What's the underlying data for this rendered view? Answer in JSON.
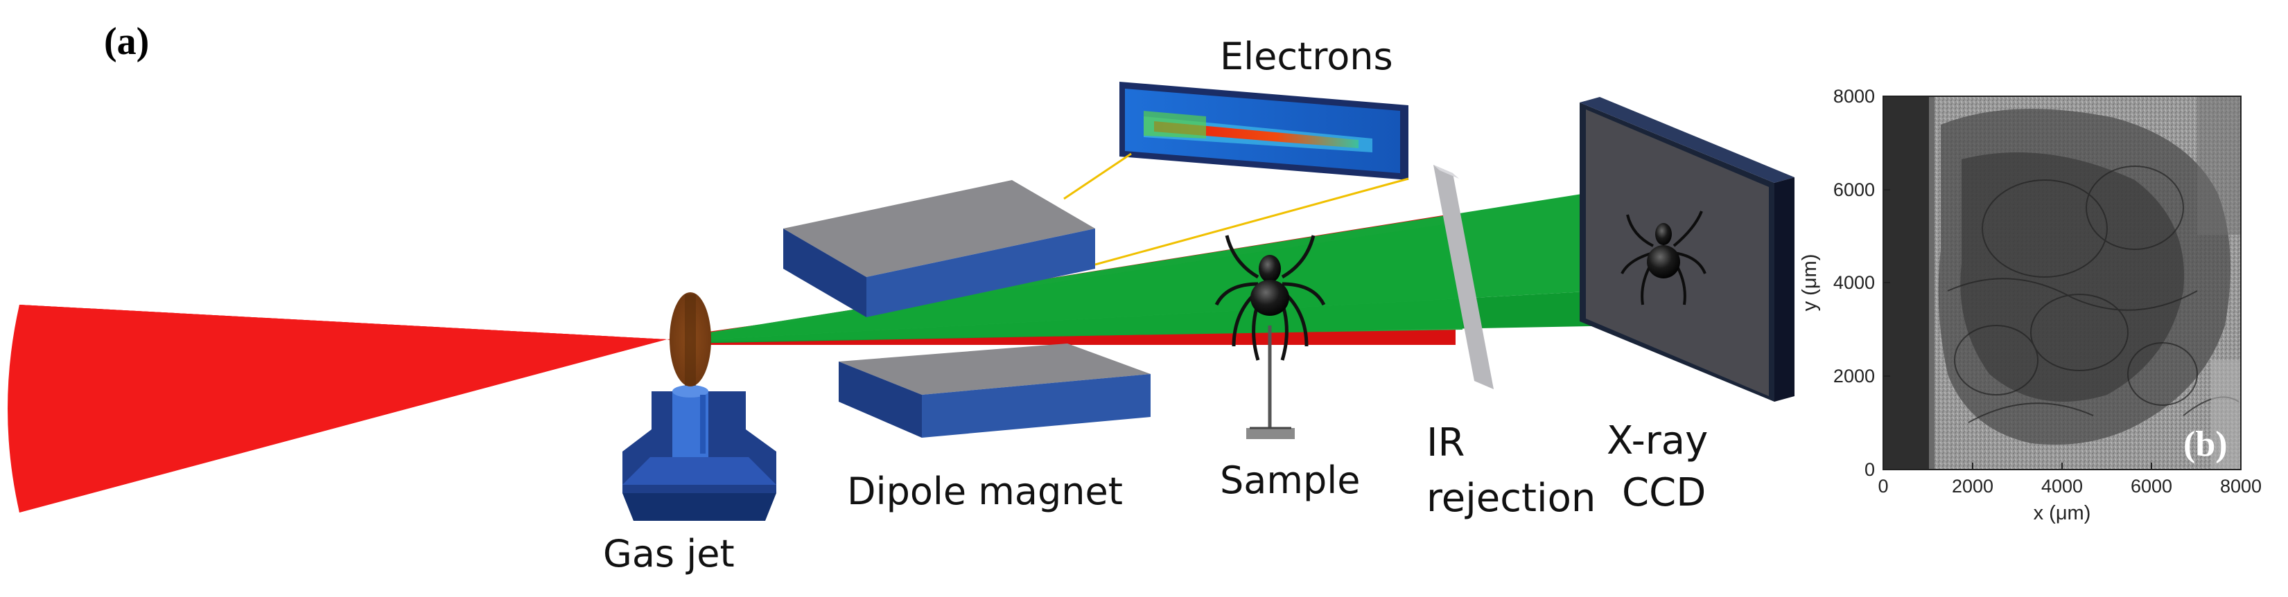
{
  "panel_a": {
    "label": "(a)",
    "labels": {
      "electrons": "Electrons",
      "gas_jet": "Gas jet",
      "dipole_magnet": "Dipole magnet",
      "sample": "Sample",
      "ir_line1": "IR",
      "ir_line2": "rejection",
      "ccd_line1": "X-ray",
      "ccd_line2": "CCD"
    }
  },
  "panel_b": {
    "label": "(b)",
    "xlabel": "x (μm)",
    "ylabel": "y (μm)",
    "xticks": [
      "0",
      "2000",
      "4000",
      "6000",
      "8000"
    ],
    "yticks": [
      "0",
      "2000",
      "4000",
      "6000",
      "8000"
    ]
  }
}
